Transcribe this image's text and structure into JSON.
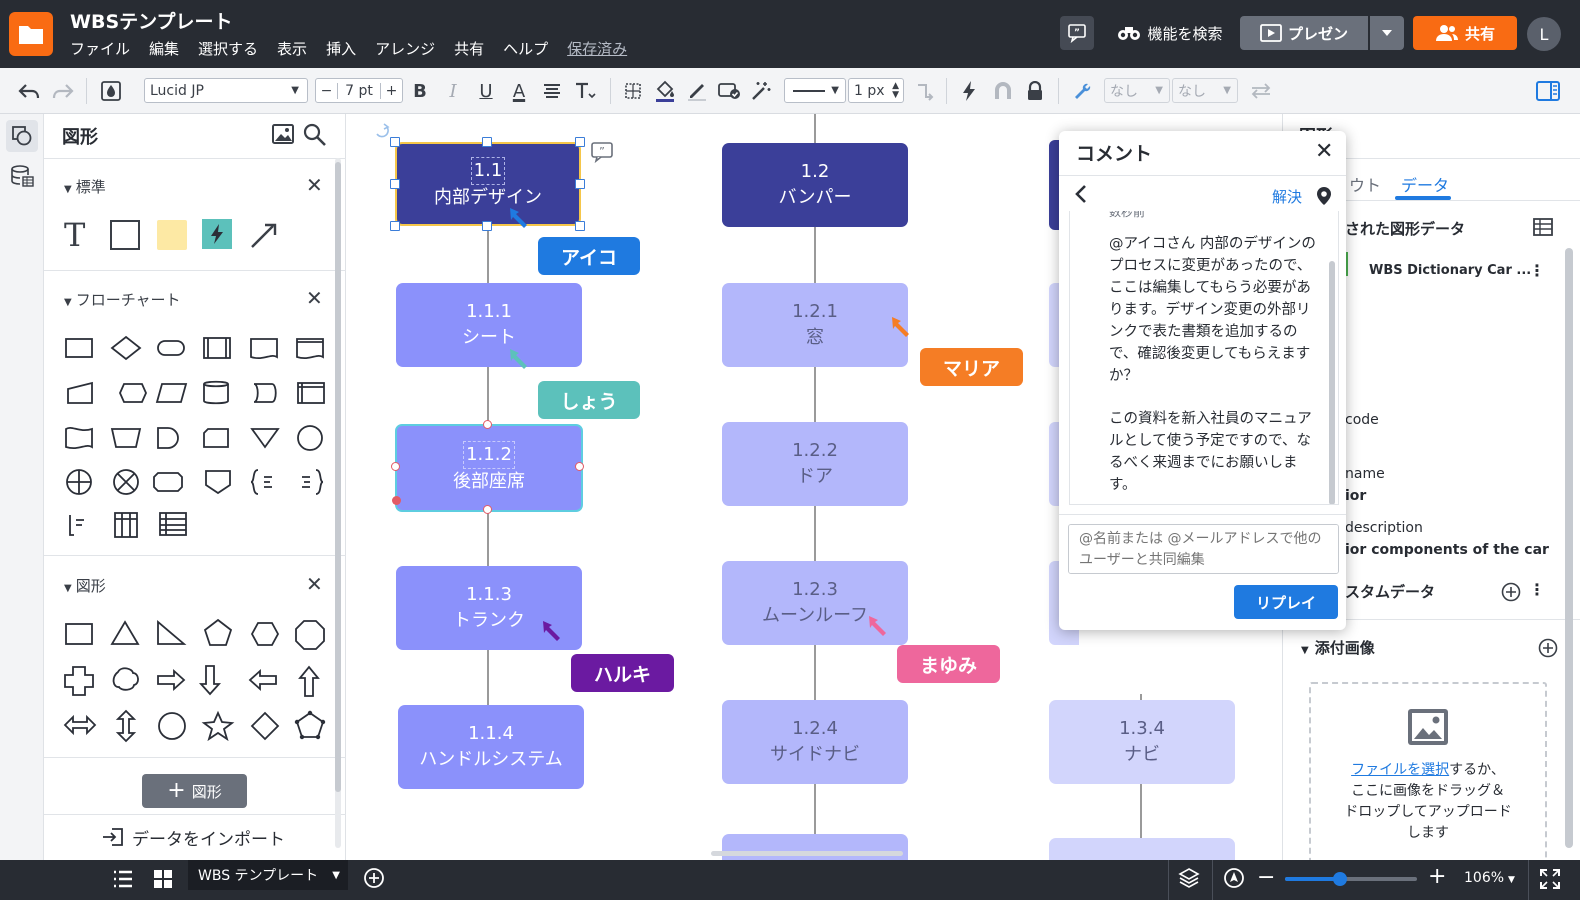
{
  "header": {
    "title": "WBSテンプレート",
    "menu": [
      "ファイル",
      "編集",
      "選択する",
      "表示",
      "挿入",
      "アレンジ",
      "共有",
      "ヘルプ"
    ],
    "saved": "保存済み",
    "search_label": "機能を検索",
    "present_label": "プレゼン",
    "share_label": "共有",
    "avatar_initial": "L"
  },
  "toolbar": {
    "font": "Lucid JP",
    "font_size": "7 pt",
    "line_width": "1 px",
    "none_1": "なし",
    "none_2": "なし",
    "bold": "B",
    "italic": "I",
    "underline": "U",
    "font_color": "A",
    "minus": "−",
    "plus": "+"
  },
  "shapes_panel": {
    "title": "図形",
    "sections": [
      "標準",
      "フローチャート",
      "図形"
    ],
    "add_shapes": "図形",
    "import_data": "データをインポート"
  },
  "canvas": {
    "nodes": [
      {
        "num": "1.1",
        "label": "内部デザイン"
      },
      {
        "num": "1.1.1",
        "label": "シート"
      },
      {
        "num": "1.1.2",
        "label": "後部座席"
      },
      {
        "num": "1.1.3",
        "label": "トランク"
      },
      {
        "num": "1.1.4",
        "label": "ハンドルシステム"
      },
      {
        "num": "1.2",
        "label": "バンパー"
      },
      {
        "num": "1.2.1",
        "label": "窓"
      },
      {
        "num": "1.2.2",
        "label": "ドア"
      },
      {
        "num": "1.2.3",
        "label": "ムーンルーフ"
      },
      {
        "num": "1.2.4",
        "label": "サイドナビ"
      },
      {
        "num": "1.3.4",
        "label": "ナビ"
      }
    ],
    "cursors": [
      "アイコ",
      "しょう",
      "ハルキ",
      "マリア",
      "まゆみ"
    ],
    "colors": {
      "dark": "#3b3f99",
      "mid": "#8b91fb",
      "light": "#b3b7fb",
      "pale": "#d2d5fc",
      "aiko": "#1f7ae0",
      "shou": "#5cc1bb",
      "haruki": "#6b1aa1",
      "maria": "#f57d25",
      "mayumi": "#ee679c"
    }
  },
  "comment": {
    "title": "コメント",
    "resolve": "解決",
    "time": "数秒前",
    "paragraph1": "@アイコさん 内部のデザインのプロセスに変更があったので、ここは編集してもらう必要があります。デザイン変更の外部リンクで表た書類を追加するので、確認後変更してもらえますか？",
    "paragraph2": "この資料を新入社員のマニュアルとして使う予定ですので、なるべく来週までにお願いします。",
    "input_placeholder": "@名前または @メールアドレスで他のユーザーと共同編集",
    "reply_button": "リプレイ"
  },
  "right_panel": {
    "title": "図形",
    "tab_layout": "ウト",
    "tab_data": "データ",
    "linked_data_title": "された図形データ",
    "dict_item": "WBS Dictionary Car ...",
    "field_code": "code",
    "field_name": "name",
    "field_name_value": "ior",
    "field_desc": "description",
    "field_desc_value": "ior components of the car",
    "custom_data": "スタムデータ",
    "attach_title": "添付画像",
    "upload_link": "ファイルを選択",
    "upload_text1": "するか、",
    "upload_text2": "ここに画像をドラッグ＆",
    "upload_text3": "ドロップしてアップロード",
    "upload_text4": "します"
  },
  "bottombar": {
    "page_tab": "WBS テンプレート",
    "zoom": "106%"
  }
}
